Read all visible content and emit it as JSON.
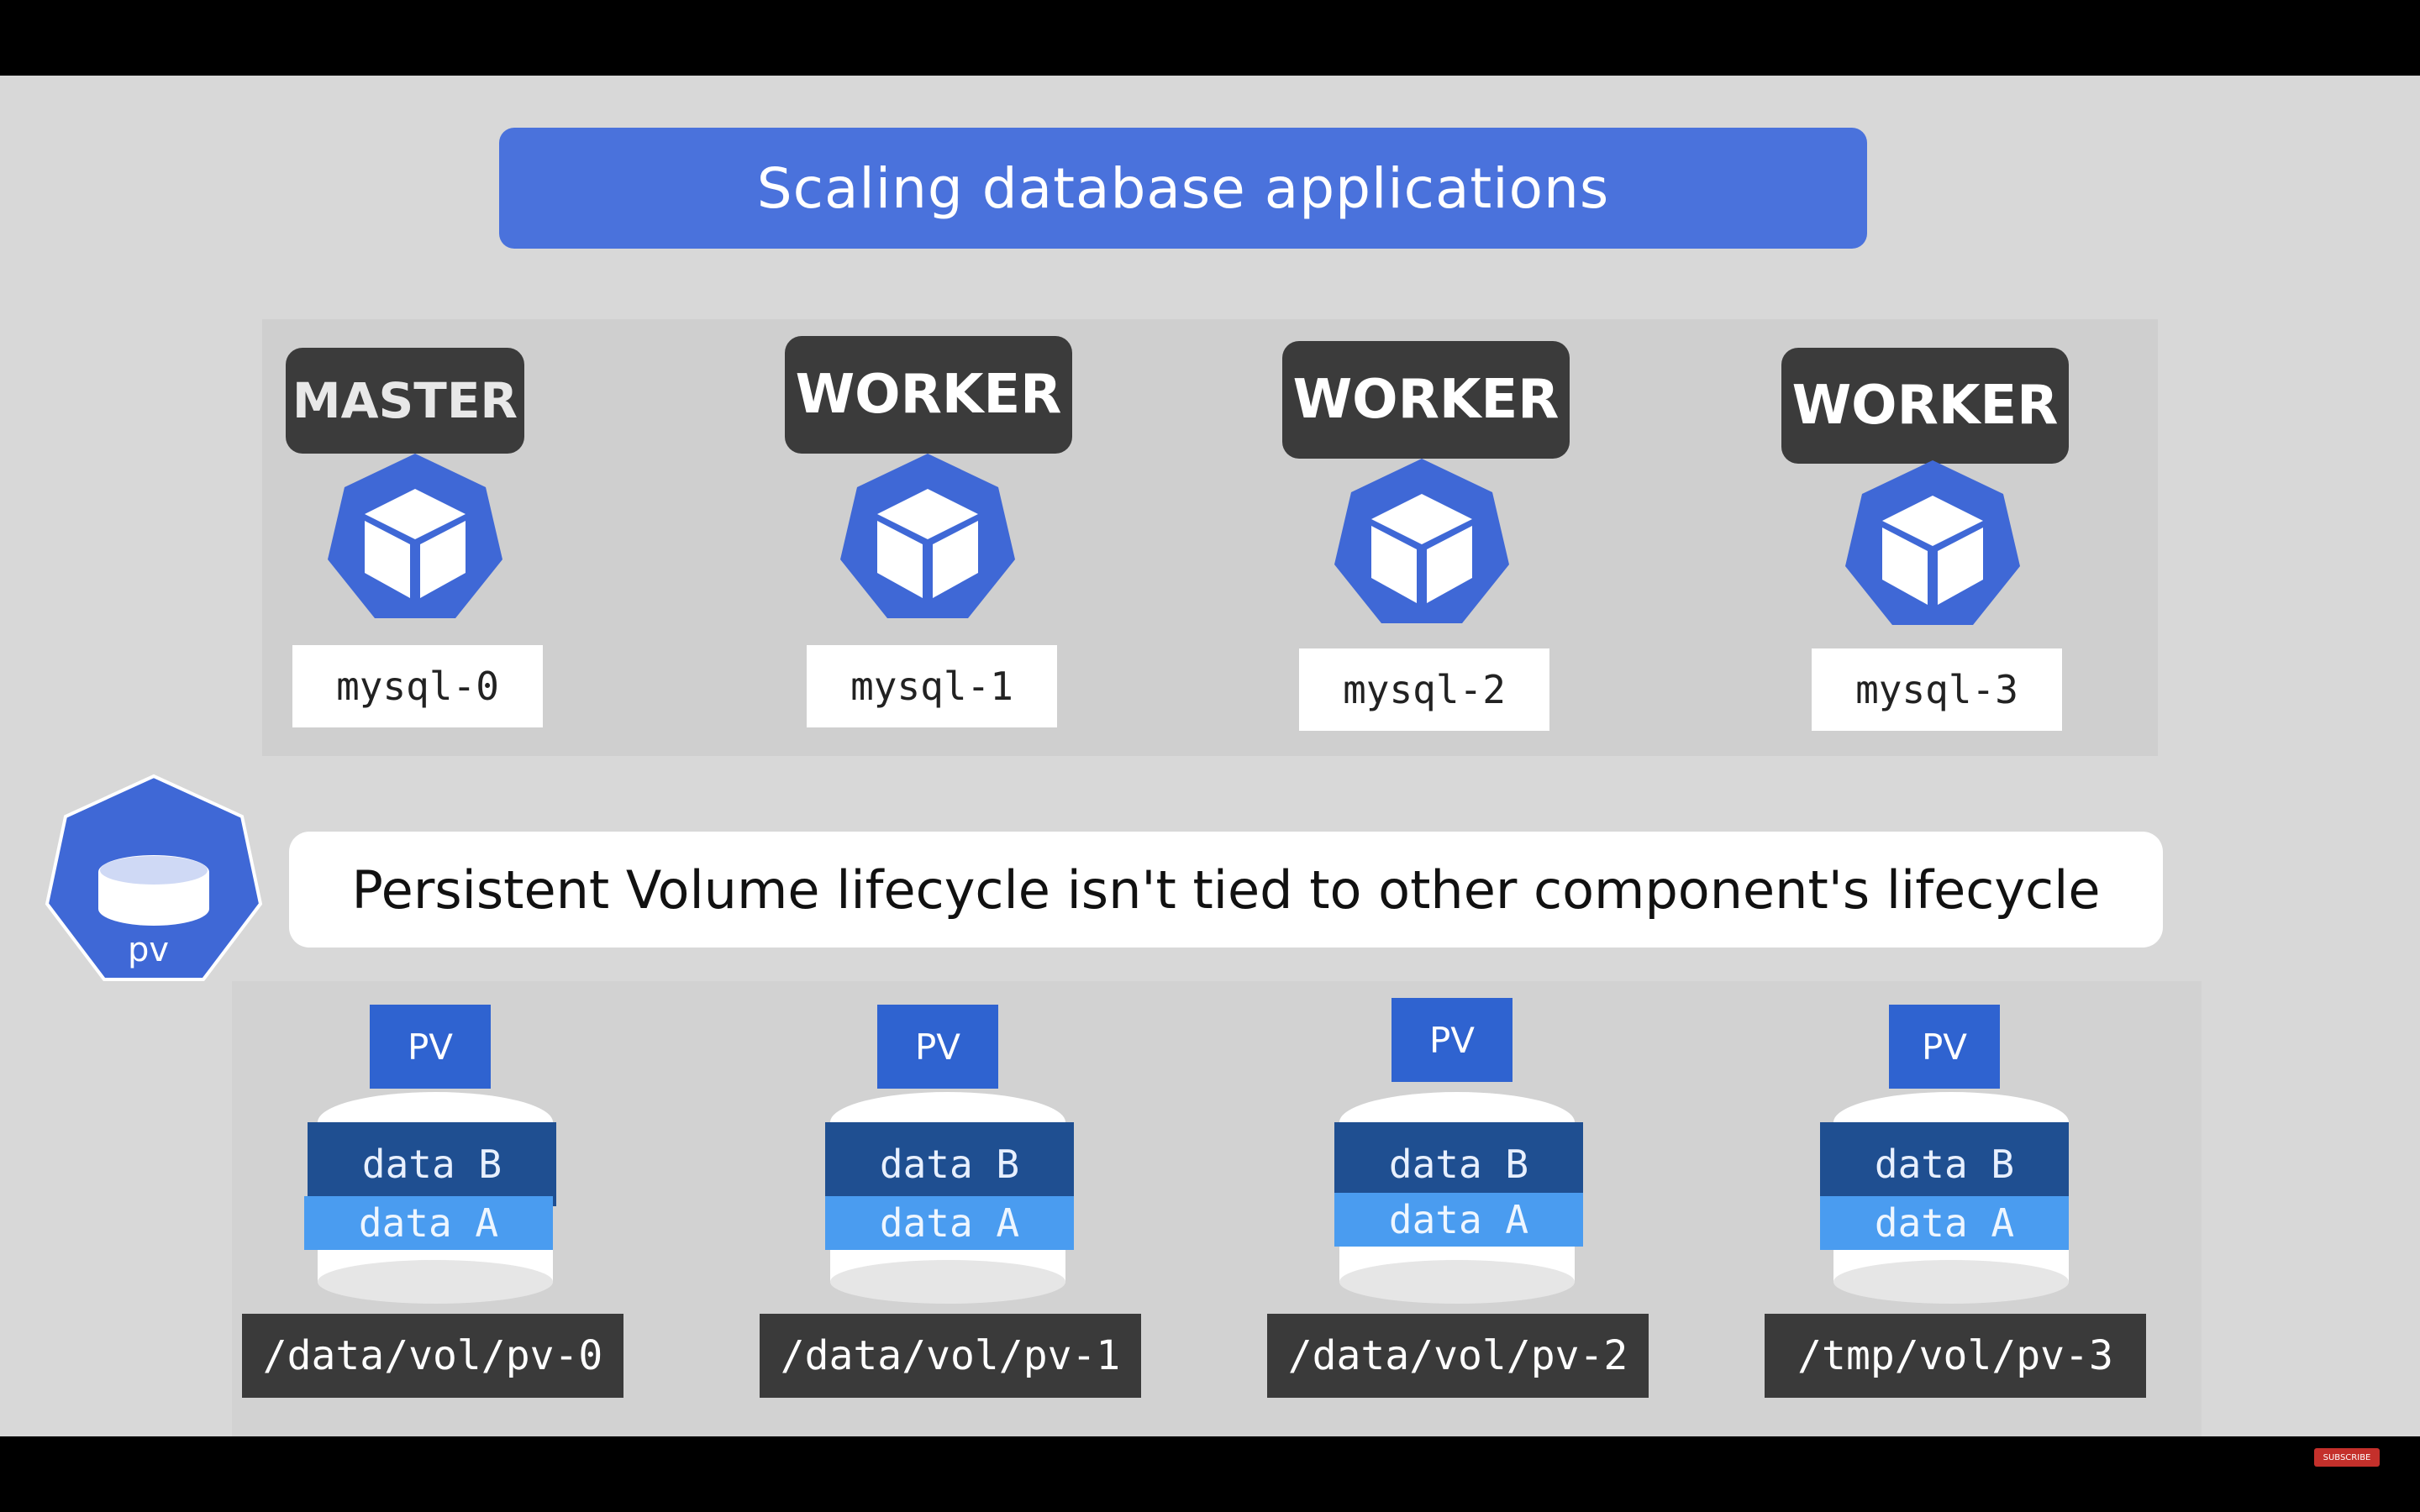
{
  "title": "Scaling database applications",
  "nodes": [
    {
      "role": "MASTER",
      "pod": "mysql-0"
    },
    {
      "role": "WORKER",
      "pod": "mysql-1"
    },
    {
      "role": "WORKER",
      "pod": "mysql-2"
    },
    {
      "role": "WORKER",
      "pod": "mysql-3"
    }
  ],
  "pv_icon_label": "pv",
  "statement": "Persistent Volume lifecycle isn't tied to other component's lifecycle",
  "volumes": [
    {
      "tag": "PV",
      "data_b": "data B",
      "data_a": "data A",
      "path": "/data/vol/pv-0"
    },
    {
      "tag": "PV",
      "data_b": "data B",
      "data_a": "data A",
      "path": "/data/vol/pv-1"
    },
    {
      "tag": "PV",
      "data_b": "data B",
      "data_a": "data A",
      "path": "/data/vol/pv-2"
    },
    {
      "tag": "PV",
      "data_b": "data B",
      "data_a": "data A",
      "path": "/tmp/vol/pv-3"
    }
  ],
  "colors": {
    "accent": "#4a72dc",
    "pv_blue": "#2f63d0",
    "data_b": "#1f4f91",
    "data_a": "#4a9cf0",
    "badge": "#3b3b3b"
  },
  "subscribe_label": "SUBSCRIBE"
}
